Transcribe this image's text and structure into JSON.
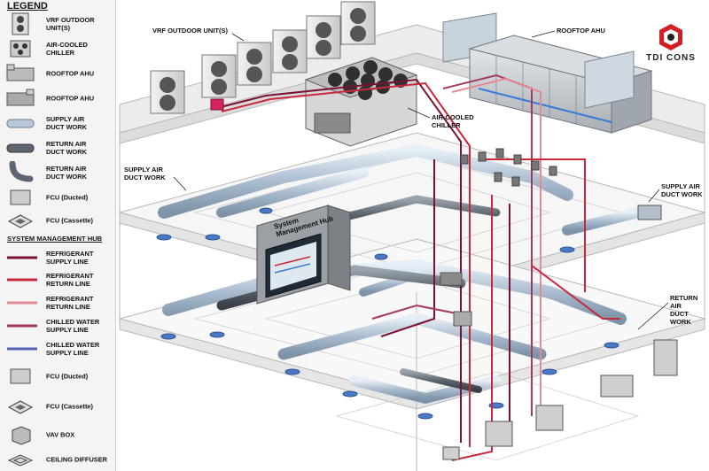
{
  "legend": {
    "title": "LEGEND",
    "items": [
      {
        "label": "VRF OUTDOOR UNIT(S)",
        "icon": "vrf-outdoor-unit-icon"
      },
      {
        "label": "AIR-COOLED CHILLER",
        "icon": "chiller-icon"
      },
      {
        "label": "ROOFTOP AHU",
        "icon": "rooftop-ahu-icon"
      },
      {
        "label": "ROOFTOP AHU",
        "icon": "rooftop-ahu-icon"
      },
      {
        "label": "SUPPLY AIR\nDUCT WORK",
        "icon": "supply-duct-icon"
      },
      {
        "label": "RETURN AIR\nDUCT WORK",
        "icon": "return-duct-icon"
      },
      {
        "label": "RETURN AIR\nDUCT WORK",
        "icon": "return-duct-elbow-icon"
      },
      {
        "label": "FCU (Ducted)",
        "icon": "fcu-ducted-icon"
      },
      {
        "label": "FCU (Cassette)",
        "icon": "fcu-cassette-icon"
      }
    ],
    "section_heading": "SYSTEM MANAGEMENT HUB",
    "lines": [
      {
        "label": "REFRIGERANT\nSUPPLY LINE",
        "color": "#7a1232"
      },
      {
        "label": "REFRIGERANT\nRETURN LINE",
        "color": "#c8283c"
      },
      {
        "label": "REFRIGERANT\nRETURN LINE",
        "color": "#e58a94"
      },
      {
        "label": "CHILLED WATER\nSUPPLY LINE",
        "color": "#a33a5a"
      },
      {
        "label": "CHILLED WATER\nSUPPLY LINE",
        "color": "#5560b0"
      }
    ],
    "items2": [
      {
        "label": "FCU (Ducted)",
        "icon": "fcu-ducted-icon"
      },
      {
        "label": "FCU (Cassette)",
        "icon": "fcu-cassette-icon"
      },
      {
        "label": "VAV BOX",
        "icon": "vav-box-icon"
      },
      {
        "label": "CEILING DIFFUSER",
        "icon": "ceiling-diffuser-icon"
      }
    ]
  },
  "callouts": {
    "vrf": "VRF OUTDOOR UNIT(S)",
    "rooftop_ahu": "ROOFTOP AHU",
    "chiller": "AIR-COOLED\nCHILLER",
    "supply_left": "SUPPLY AIR\nDUCT WORK",
    "supply_right": "SUPPLY AIR\nDUCT WORK",
    "return_right": "RETURN AIR\nDUCT WORK",
    "hub_title": "System\nManagement Hub"
  },
  "logo": {
    "text": "TDI CONS",
    "accent": "#d21f26"
  },
  "colors": {
    "refrigerant_supply": "#7a1232",
    "refrigerant_return": "#c8283c",
    "refrigerant_return_light": "#e58a94",
    "chilled_water": "#a33a5a",
    "duct_supply": "#b8c8d8",
    "duct_return": "#5d6670"
  }
}
